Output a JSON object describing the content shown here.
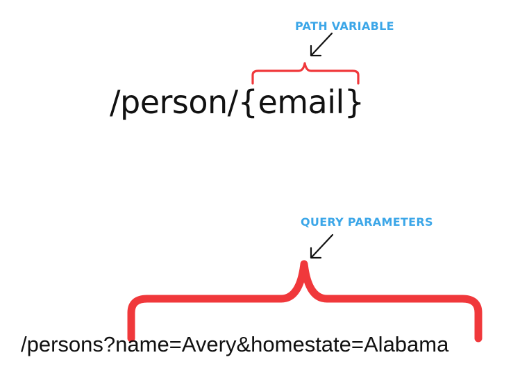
{
  "path_example": {
    "label": "PATH VARIABLE",
    "url": "/person/{email}"
  },
  "query_example": {
    "label": "QUERY PARAMETERS",
    "url": "/persons?name=Avery&homestate=Alabama"
  },
  "colors": {
    "label": "#3BA6E8",
    "brace": "#F0383B",
    "text": "#111111",
    "arrow": "#111111"
  }
}
